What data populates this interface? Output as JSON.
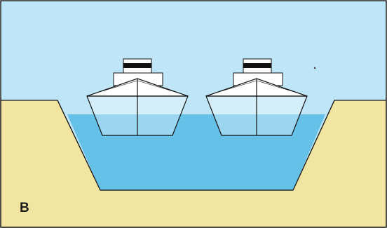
{
  "panel": {
    "label": "B"
  },
  "colors": {
    "sky": "#bfe6f8",
    "ground": "#f2e5a1",
    "water": "#66c1e8",
    "ship_hull": "#ffffff",
    "stack_band": "#111111",
    "outline": "#111111"
  },
  "ships": [
    {
      "name": "ship-left"
    },
    {
      "name": "ship-right"
    }
  ]
}
